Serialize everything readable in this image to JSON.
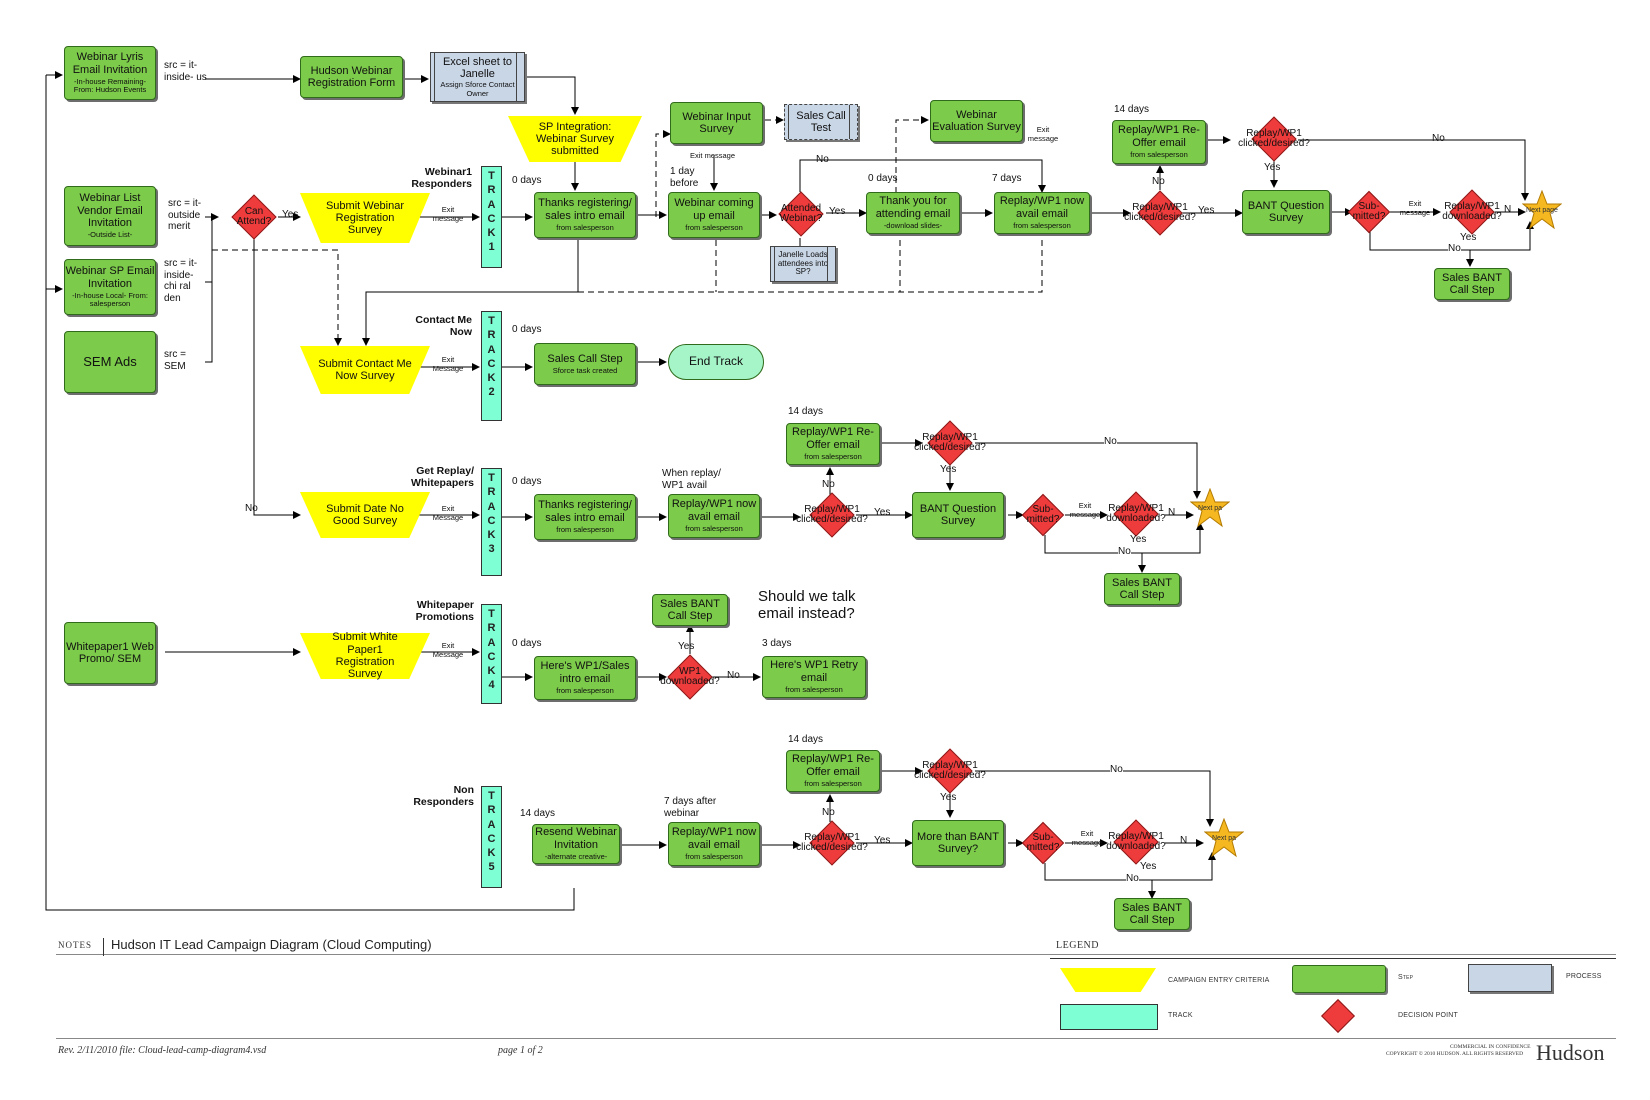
{
  "nodes": {
    "lyris": {
      "title": "Webinar Lyris Email Invitation",
      "sub": "-In-house Remaining- From: Hudson Events"
    },
    "vendor": {
      "title": "Webinar List Vendor Email Invitation",
      "sub": "-Outside List-"
    },
    "sp_invite": {
      "title": "Webinar SP Email Invitation",
      "sub": "-In-house Local- From: salesperson"
    },
    "sem_ads": {
      "title": "SEM Ads"
    },
    "whitepaper_promo": {
      "title": "Whitepaper1 Web Promo/ SEM"
    },
    "reg_form": {
      "title": "Hudson Webinar Registration Form"
    },
    "excel": {
      "title": "Excel sheet to Janelle",
      "sub": "Assign Sforce Contact Owner"
    },
    "sp_integration": {
      "title": "SP Integration: Webinar Survey submitted"
    },
    "submit_reg_survey": {
      "title": "Submit Webinar Registration Survey"
    },
    "submit_contact": {
      "title": "Submit Contact Me Now Survey"
    },
    "submit_date": {
      "title": "Submit Date No Good Survey"
    },
    "submit_whitepaper": {
      "title": "Submit White Paper1 Registration Survey"
    },
    "t1_thanks": {
      "title": "Thanks registering/ sales intro email",
      "sub": "from salesperson"
    },
    "t1_input_survey": {
      "title": "Webinar Input Survey"
    },
    "t1_sales_test": {
      "title": "Sales Call Test"
    },
    "t1_coming_up": {
      "title": "Webinar coming up email",
      "sub": "from salesperson"
    },
    "t1_janelle": {
      "title": "Janelle Loads attendees into SP?"
    },
    "t1_eval": {
      "title": "Webinar Evaluation Survey"
    },
    "t1_thank_attending": {
      "title": "Thank you for attending email",
      "sub": "-download slides-"
    },
    "t1_replay": {
      "title": "Replay/WP1 now avail email",
      "sub": "from salesperson"
    },
    "t1_reoffer": {
      "title": "Replay/WP1 Re-Offer email",
      "sub": "from salesperson"
    },
    "t1_bant": {
      "title": "BANT Question Survey"
    },
    "t1_sales_bant": {
      "title": "Sales BANT Call Step"
    },
    "t2_sales_call": {
      "title": "Sales Call Step",
      "sub": "Sforce task created"
    },
    "t2_end": {
      "title": "End Track"
    },
    "t3_thanks": {
      "title": "Thanks registering/ sales intro email",
      "sub": "from salesperson"
    },
    "t3_replay": {
      "title": "Replay/WP1 now avail email",
      "sub": "from salesperson"
    },
    "t3_reoffer": {
      "title": "Replay/WP1 Re-Offer email",
      "sub": "from salesperson"
    },
    "t3_bant": {
      "title": "BANT Question Survey"
    },
    "t3_sales_bant": {
      "title": "Sales BANT Call Step"
    },
    "t4_heres": {
      "title": "Here's WP1/Sales intro email",
      "sub": "from salesperson"
    },
    "t4_retry": {
      "title": "Here's WP1 Retry email",
      "sub": "from salesperson"
    },
    "t4_sales_bant": {
      "title": "Sales BANT Call Step"
    },
    "t5_resend": {
      "title": "Resend Webinar Invitation",
      "sub": "-alternate creative-"
    },
    "t5_replay": {
      "title": "Replay/WP1 now avail email",
      "sub": "from salesperson"
    },
    "t5_reoffer": {
      "title": "Replay/WP1 Re-Offer email",
      "sub": "from salesperson"
    },
    "t5_more_bant": {
      "title": "More than BANT Survey?"
    },
    "t5_sales_bant": {
      "title": "Sales BANT Call Step"
    }
  },
  "decisions": {
    "can_attend": "Can Attend?",
    "attended": "Attended Webinar?",
    "t1_clicked_upper": "Replay/WP1 clicked/desired?",
    "t1_clicked_lower": "Replay/WP1 clicked/desired?",
    "t1_submitted": "Sub- mitted?",
    "t1_downloaded": "Replay/WP1 downloaded?",
    "t3_clicked_upper": "Replay/WP1 clicked/desired?",
    "t3_clicked_lower": "Replay/WP1 clicked/desired?",
    "t3_submitted": "Sub- mitted?",
    "t3_downloaded": "Replay/WP1 downloaded?",
    "t4_downloaded": "WP1 downloaded?",
    "t5_clicked_upper": "Replay/WP1 clicked/desired?",
    "t5_clicked_lower": "Replay/WP1 clicked/desired?",
    "t5_submitted": "Sub- mitted?",
    "t5_downloaded": "Replay/WP1 downloaded?"
  },
  "stars": {
    "t1": "Next page",
    "t3": "Next pa",
    "t5": "Next pa"
  },
  "tracks": {
    "t1": {
      "letters": [
        "T",
        "R",
        "A",
        "C",
        "K",
        "1"
      ],
      "title": "Webinar1 Responders"
    },
    "t2": {
      "letters": [
        "T",
        "R",
        "A",
        "C",
        "K",
        "2"
      ],
      "title": "Contact Me Now"
    },
    "t3": {
      "letters": [
        "T",
        "R",
        "A",
        "C",
        "K",
        "3"
      ],
      "title": "Get Replay/ Whitepapers"
    },
    "t4": {
      "letters": [
        "T",
        "R",
        "A",
        "C",
        "K",
        "4"
      ],
      "title": "Whitepaper Promotions"
    },
    "t5": {
      "letters": [
        "T",
        "R",
        "A",
        "C",
        "K",
        "5"
      ],
      "title": "Non Responders"
    }
  },
  "labels": {
    "src_lyris": "src = it-inside- us",
    "src_vendor": "src = it-outside merit",
    "src_sp": "src = it-inside- chi ral den",
    "src_sem": "src = SEM",
    "yes": "Yes",
    "no": "No",
    "n": "N",
    "exit_message": "Exit message",
    "exit_message_cap": "Exit Message",
    "exit_message_lower": "Exit message",
    "days_0": "0 days",
    "days_14": "14 days",
    "days_7": "7 days",
    "days_3": "3 days",
    "day_1_before": "1 day before",
    "when_replay": "When replay/ WP1 avail",
    "days_7_after": "7 days after webinar",
    "should_we_talk": "Should we talk email instead?"
  },
  "footer": {
    "notes_label": "NOTES",
    "title": "Hudson IT Lead Campaign Diagram (Cloud Computing)",
    "legend_label": "LEGEND",
    "legend_entry": "CAMPAIGN ENTRY CRITERIA",
    "legend_step": "Step",
    "legend_process": "PROCESS",
    "legend_track": "TRACK",
    "legend_decision": "DECISION POINT",
    "rev": "Rev. 2/11/2010 file: Cloud-lead-camp-diagram4.vsd",
    "page": "page 1 of 2",
    "confidential": "COMMERCIAL IN CONFIDENCE",
    "copyright": "COPYRIGHT © 2010 HUDSON. ALL RIGHTS RESERVED",
    "brand": "Hudson"
  },
  "colors": {
    "step": "#7ccb4a",
    "entry": "#ffff00",
    "process": "#c9d6e6",
    "track": "#7fffd4",
    "decision": "#ee3b3b",
    "star": "#f5b820"
  }
}
